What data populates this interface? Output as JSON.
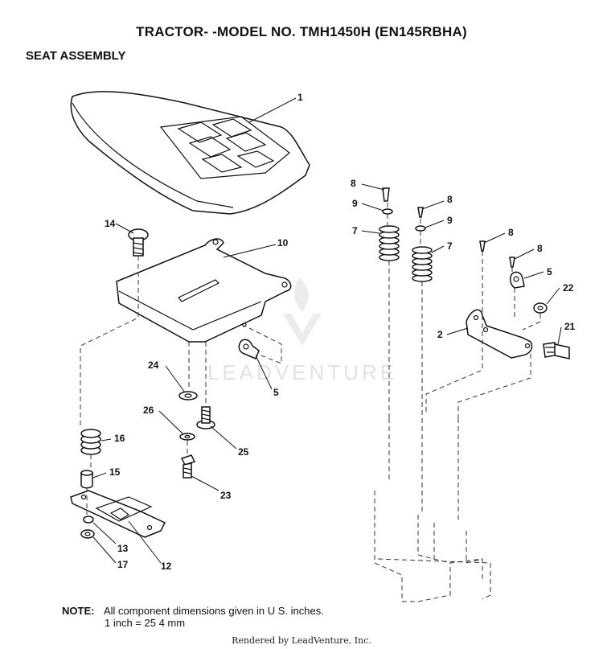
{
  "header": {
    "title": "TRACTOR- -MODEL NO. TMH1450H (EN145RBHA)",
    "section": "SEAT ASSEMBLY"
  },
  "watermark": {
    "text": "LEADVENTURE"
  },
  "callouts": {
    "seat": "1",
    "pan_bracket": "2",
    "rod_clip_left": "5",
    "rod_clip_right": "5",
    "spring_left": "7",
    "spring_right": "7",
    "rod_a": "8",
    "rod_b": "8",
    "rod_c": "8",
    "rod_d": "8",
    "washer_left": "9",
    "washer_right": "9",
    "seat_pan": "10",
    "slide_plate": "12",
    "nut_small": "13",
    "carriage_bolt": "14",
    "bushing": "15",
    "seat_spring": "16",
    "lock_nut": "17",
    "flange_nut": "22",
    "shoulder_bolt": "21",
    "hex_bolt_23": "23",
    "washer_24": "24",
    "bolt_25": "25",
    "washer_26": "26"
  },
  "note": {
    "label": "NOTE:",
    "line1": "All component dimensions given in U S. inches.",
    "line2": "1 inch = 25 4 mm"
  },
  "footer": {
    "text": "Rendered by LeadVenture, Inc."
  }
}
